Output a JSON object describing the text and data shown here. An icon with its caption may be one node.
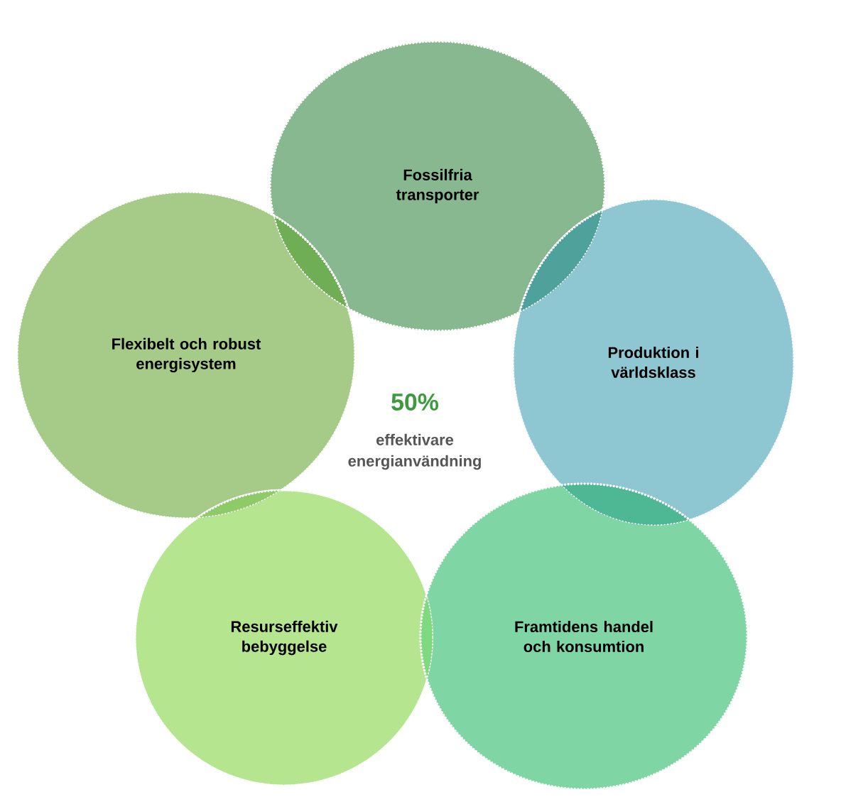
{
  "diagram": {
    "nodes": [
      {
        "text": [
          "Fossilfria transporter"
        ]
      },
      {
        "text": [
          "Flexibelt och robust energisystem"
        ]
      },
      {
        "text": [
          "Produktion i världsklass"
        ]
      },
      {
        "text": [
          "Resurseffektiv bebyggelse"
        ]
      },
      {
        "text": [
          "Framtidens handel och konsumtion"
        ]
      }
    ],
    "labels": [
      "50%",
      "effektivare energianvändning"
    ]
  }
}
